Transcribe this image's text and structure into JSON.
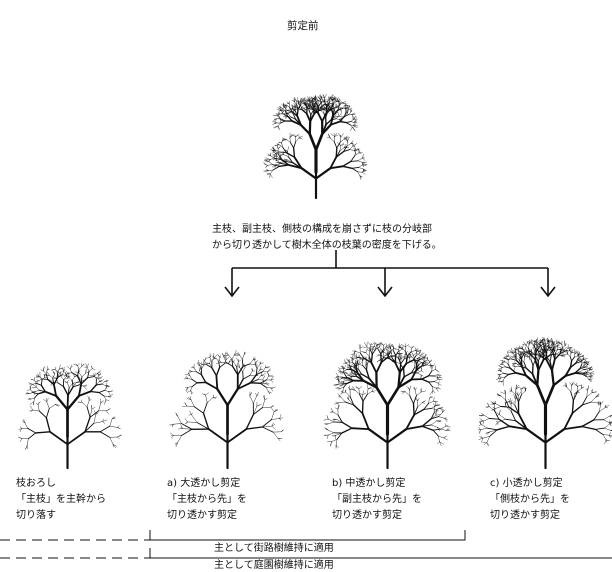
{
  "title": "剪定前",
  "description": {
    "line1": "主枝、副主枝、側枝の構成を崩さずに枝の分岐部",
    "line2": "から切り透かして樹木全体の枝葉の密度を下げる。"
  },
  "options": [
    {
      "line1": "枝おろし",
      "line2": "「主枝」を主幹から",
      "line3": "切り落す"
    },
    {
      "line1": "a) 大透かし剪定",
      "line2": "「主枝から先」を",
      "line3": "切り透かす剪定"
    },
    {
      "line1": "b) 中透かし剪定",
      "line2": "「副主枝から先」を",
      "line3": "切り透かす剪定"
    },
    {
      "line1": "c) 小透かし剪定",
      "line2": "「側枝から先」を",
      "line3": "切り透かす剪定"
    }
  ],
  "ranges": {
    "street": "主として街路樹維持に適用",
    "garden": "主として庭園樹維持に適用"
  },
  "colors": {
    "ink": "#111111"
  }
}
